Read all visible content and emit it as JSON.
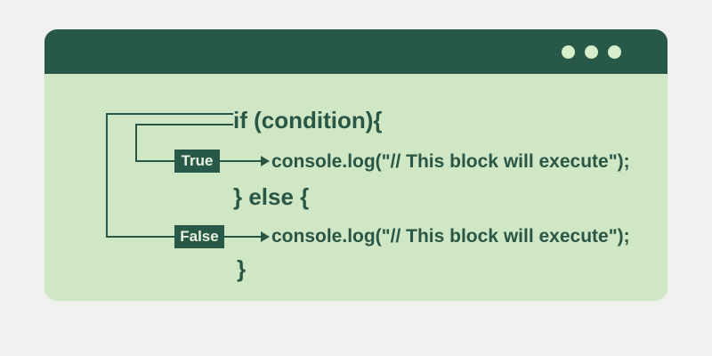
{
  "page": {
    "background": "#f1f2f0"
  },
  "window": {
    "titlebar": {
      "color": "#285848",
      "controls": {
        "dot_color": "#d6eec9",
        "count": 3
      }
    },
    "body_color": "#cfe7c5"
  },
  "diagram": {
    "colors": {
      "text": "#2a5745",
      "line": "#2a5745",
      "label_bg": "#285848",
      "label_text": "#e9f4df"
    },
    "code": {
      "if_line": "if (condition){",
      "true_statement": "console.log(\"// This block will execute\");",
      "else_line": "} else {",
      "false_statement": "console.log(\"// This block will execute\");",
      "closing_brace": "}"
    },
    "labels": {
      "true": "True",
      "false": "False"
    }
  }
}
